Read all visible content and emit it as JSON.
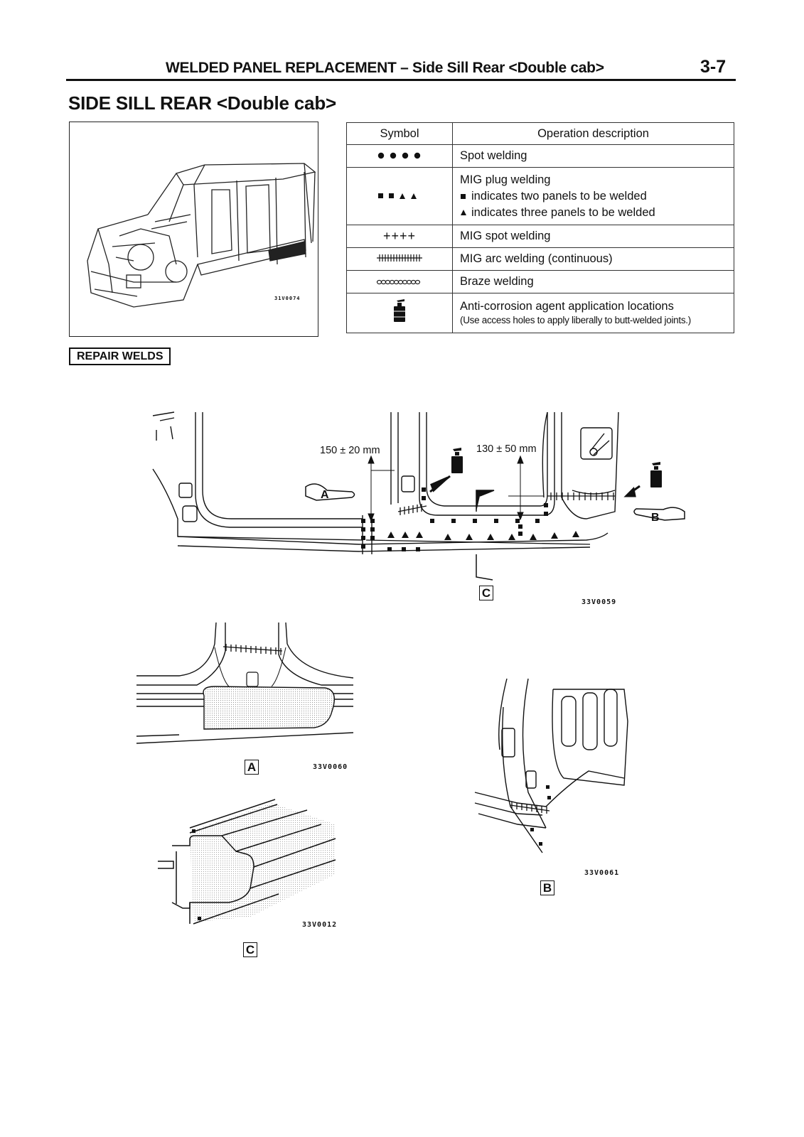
{
  "header": {
    "title": "WELDED PANEL REPLACEMENT – Side Sill Rear <Double cab>",
    "page": "3-7"
  },
  "section_title": "SIDE SILL REAR <Double cab>",
  "overview_figure": {
    "code": "31V0074"
  },
  "legend": {
    "headers": {
      "symbol": "Symbol",
      "description": "Operation description"
    },
    "rows": [
      {
        "symbol_icon": "spot-weld-dots",
        "lines": [
          "Spot welding"
        ]
      },
      {
        "symbol_icon": "mig-plug-squares-triangles",
        "lines": [
          "MIG plug welding",
          "indicates two panels to be welded",
          "indicates three panels to be welded"
        ]
      },
      {
        "symbol_icon": "mig-spot-plus",
        "symbol_text": "++++",
        "lines": [
          "MIG spot welding"
        ]
      },
      {
        "symbol_icon": "arc-weld-hatch",
        "lines": [
          "MIG arc welding (continuous)"
        ]
      },
      {
        "symbol_icon": "braze-weld-loops",
        "lines": [
          "Braze welding"
        ]
      },
      {
        "symbol_icon": "anti-corrosion-can",
        "lines": [
          "Anti-corrosion agent application locations",
          "(Use access holes to apply liberally to butt-welded joints.)"
        ]
      }
    ]
  },
  "repair_welds_label": "REPAIR WELDS",
  "main_figure": {
    "code": "33V0059",
    "dimension_1": "150 ± 20 mm",
    "dimension_2": "130 ± 50 mm",
    "callout_a": "A",
    "callout_b": "B",
    "callout_c": "C"
  },
  "detail_a": {
    "label": "A",
    "code": "33V0060"
  },
  "detail_b": {
    "label": "B",
    "code": "33V0061"
  },
  "detail_c": {
    "label": "C",
    "code": "33V0012"
  },
  "colors": {
    "ink": "#111111",
    "shade": "#d9d9d9"
  }
}
